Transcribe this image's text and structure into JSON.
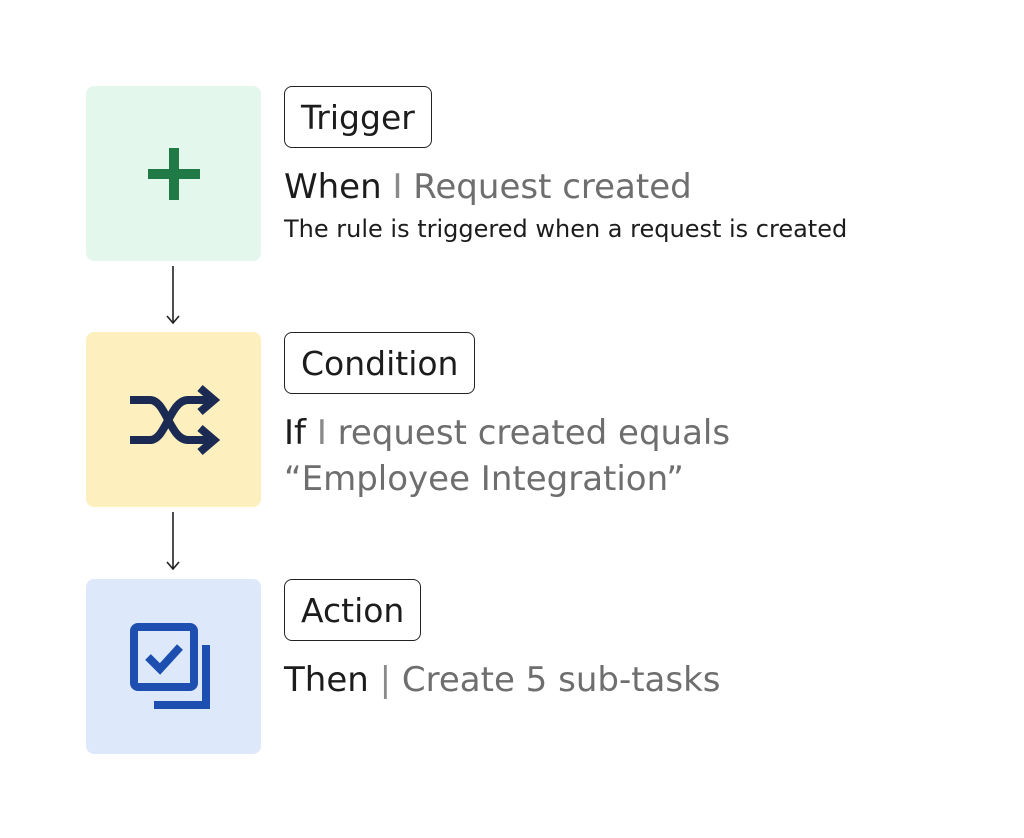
{
  "colors": {
    "trigger_tile": "#e4f7ec",
    "trigger_icon": "#1f7a46",
    "condition_tile": "#fdefbe",
    "condition_icon": "#1b2a52",
    "action_tile": "#dde9fb",
    "action_icon": "#1c4fb0",
    "muted_text": "#6e6e6e"
  },
  "steps": [
    {
      "icon": "plus-icon",
      "label": "Trigger",
      "keyword": "When",
      "separator": "I",
      "value": "Request created",
      "description": "The rule is triggered when a request is created"
    },
    {
      "icon": "shuffle-icon",
      "label": "Condition",
      "keyword": "If",
      "separator": "I",
      "value": "request created equals",
      "value_line2": "“Employee Integration”"
    },
    {
      "icon": "checkbox-stack-icon",
      "label": "Action",
      "keyword": "Then",
      "separator": "|",
      "value": "Create 5 sub-tasks"
    }
  ]
}
